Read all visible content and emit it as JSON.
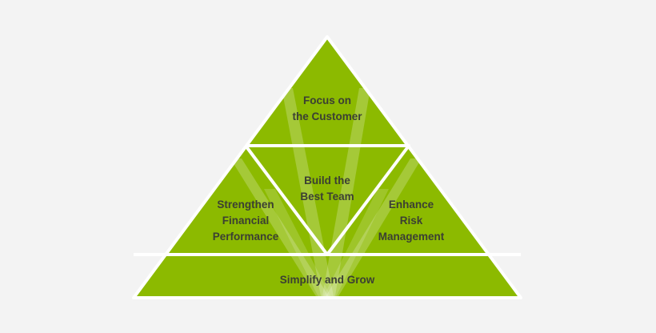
{
  "colors": {
    "fill": "#8cba00",
    "stroke": "#ffffff",
    "background": "#f3f3f3",
    "text": "#3b3f33"
  },
  "segments": [
    {
      "id": "top",
      "lines": [
        "Focus on",
        "the Customer"
      ]
    },
    {
      "id": "center",
      "lines": [
        "Build the",
        "Best Team"
      ]
    },
    {
      "id": "left",
      "lines": [
        "Strengthen",
        "Financial",
        "Performance"
      ]
    },
    {
      "id": "right",
      "lines": [
        "Enhance",
        "Risk",
        "Management"
      ]
    },
    {
      "id": "base",
      "lines": [
        "Simplify and Grow"
      ]
    }
  ]
}
